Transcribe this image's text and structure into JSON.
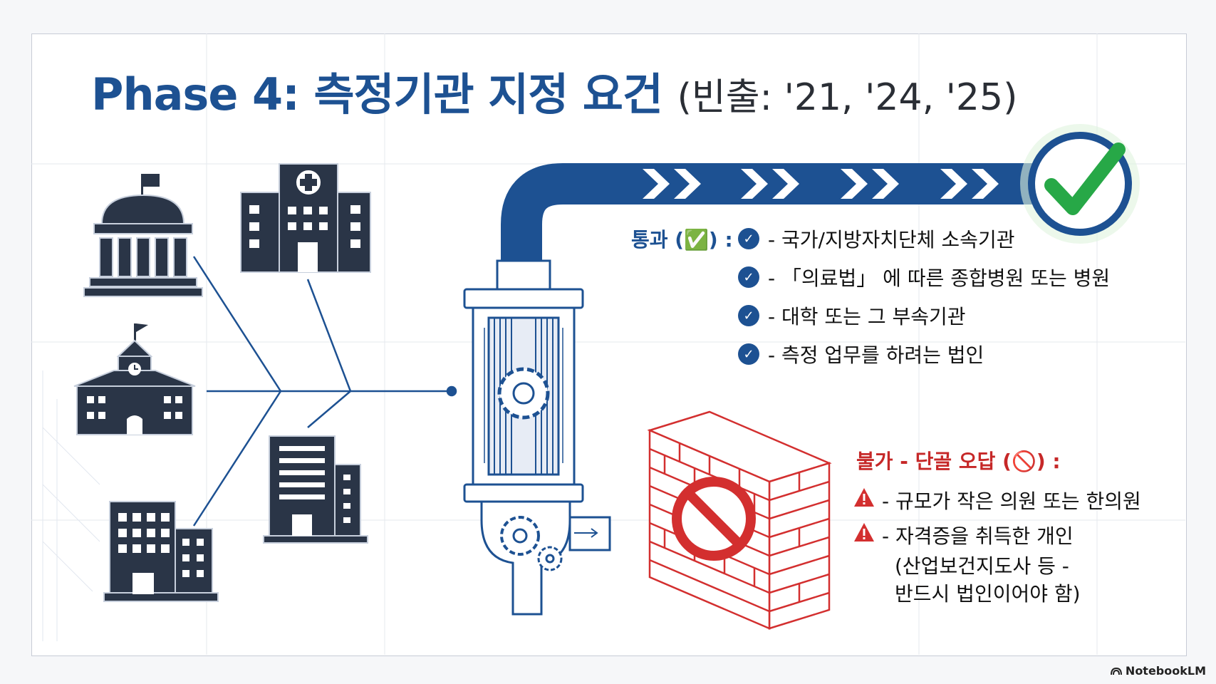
{
  "title": {
    "main": "Phase 4: 측정기관 지정 요건",
    "sub": "(빈출: '21, '24, '25)"
  },
  "pass": {
    "label": "통과 (✅) :",
    "items": [
      {
        "text": "- 국가/지방자치단체 소속기관"
      },
      {
        "text": "- 「의료법」 에 따른 종합병원 또는 병원"
      },
      {
        "text": "- 대학 또는 그 부속기관"
      },
      {
        "text": "- 측정 업무를 하려는 법인"
      }
    ]
  },
  "fail": {
    "label": "불가 - 단골 오답 (🚫) :",
    "items": [
      {
        "text": "- 규모가 작은 의원 또는 한의원"
      },
      {
        "text": "- 자격증을 취득한 개인"
      }
    ],
    "note_lines": [
      "(산업보건지도사 등 -",
      "반드시 법인이어야 함)"
    ]
  },
  "icons": {
    "institutions": [
      "government-building-icon",
      "hospital-icon",
      "school-icon",
      "office-building-icon",
      "company-building-icon"
    ],
    "filter": "filter-machine-icon",
    "wall": "brick-wall-icon",
    "prohibited": "prohibited-icon",
    "success": "green-check-icon",
    "warning": "warning-triangle-icon"
  },
  "colors": {
    "primary": "#1d5192",
    "icon_dark": "#2a3547",
    "success": "#27a847",
    "danger": "#d32f2f"
  },
  "footer": {
    "brand": "NotebookLM"
  }
}
